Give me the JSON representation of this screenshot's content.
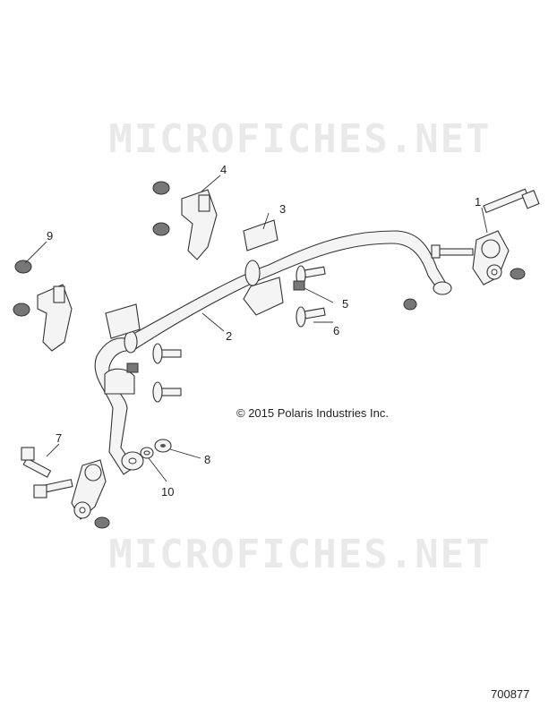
{
  "watermark": "MICROFICHES.NET",
  "copyright": "© 2015 Polaris Industries Inc.",
  "doc_number": "700877",
  "callouts": [
    "1",
    "2",
    "3",
    "4",
    "5",
    "6",
    "7",
    "8",
    "9",
    "10"
  ],
  "colors": {
    "line": "#333333",
    "fill": "#f4f4f4",
    "watermark": "#e9e9e9"
  }
}
